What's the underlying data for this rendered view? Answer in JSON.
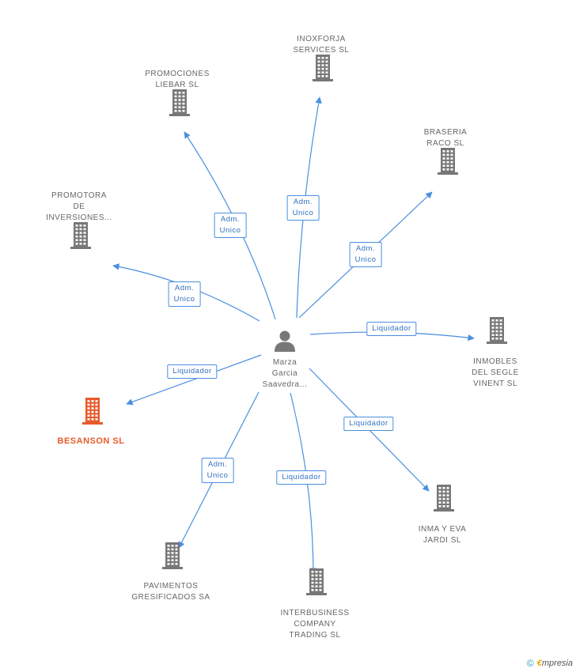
{
  "colors": {
    "edge": "#4a8fe0",
    "company_icon": "#777777",
    "highlight_icon": "#e85a2a",
    "label": "#666666"
  },
  "center": {
    "name_lines": [
      "Marza",
      "Garcia",
      "Saavedra..."
    ],
    "icon": "person-icon"
  },
  "nodes": [
    {
      "id": "inoxforja",
      "lines": [
        "INOXFORJA",
        "SERVICES SL"
      ],
      "highlight": false
    },
    {
      "id": "promociones",
      "lines": [
        "PROMOCIONES",
        "LIEBAR SL"
      ],
      "highlight": false
    },
    {
      "id": "braseria",
      "lines": [
        "BRASERIA",
        "RACO SL"
      ],
      "highlight": false
    },
    {
      "id": "promotora",
      "lines": [
        "PROMOTORA",
        "DE",
        "INVERSIONES..."
      ],
      "highlight": false
    },
    {
      "id": "inmobles",
      "lines": [
        "INMOBLES",
        "DEL SEGLE",
        "VINENT SL"
      ],
      "highlight": false
    },
    {
      "id": "besanson",
      "lines": [
        "BESANSON SL"
      ],
      "highlight": true
    },
    {
      "id": "inma",
      "lines": [
        "INMA Y EVA",
        "JARDI SL"
      ],
      "highlight": false
    },
    {
      "id": "pavimentos",
      "lines": [
        "PAVIMENTOS",
        "GRESIFICADOS SA"
      ],
      "highlight": false
    },
    {
      "id": "interbusiness",
      "lines": [
        "INTERBUSINESS",
        "COMPANY",
        "TRADING SL"
      ],
      "highlight": false
    }
  ],
  "edges": [
    {
      "to": "inoxforja",
      "role_lines": [
        "Adm.",
        "Unico"
      ]
    },
    {
      "to": "promociones",
      "role_lines": [
        "Adm.",
        "Unico"
      ]
    },
    {
      "to": "braseria",
      "role_lines": [
        "Adm.",
        "Unico"
      ]
    },
    {
      "to": "promotora",
      "role_lines": [
        "Adm.",
        "Unico"
      ]
    },
    {
      "to": "inmobles",
      "role_lines": [
        "Liquidador"
      ]
    },
    {
      "to": "besanson",
      "role_lines": [
        "Liquidador"
      ]
    },
    {
      "to": "inma",
      "role_lines": [
        "Liquidador"
      ]
    },
    {
      "to": "pavimentos",
      "role_lines": [
        "Adm.",
        "Unico"
      ]
    },
    {
      "to": "interbusiness",
      "role_lines": [
        "Liquidador"
      ]
    }
  ],
  "footer": {
    "copyright": "©",
    "brand_initial": "€",
    "brand_rest": "mpresia"
  }
}
